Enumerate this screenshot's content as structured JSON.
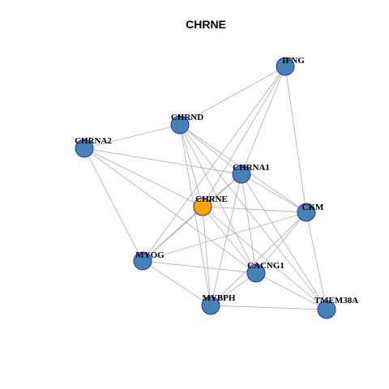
{
  "title": "CHRNE",
  "colors": {
    "center_node": "#FFA500",
    "node": "#4682B4",
    "node_border": "#1F2FBF",
    "edge": "#B3B3B3"
  },
  "nodes": [
    {
      "id": "IFNG",
      "label": "IFNG",
      "center": false
    },
    {
      "id": "CHRND",
      "label": "CHRND",
      "center": false
    },
    {
      "id": "CHRNA2",
      "label": "CHRNA2",
      "center": false
    },
    {
      "id": "CHRNA1",
      "label": "CHRNA1",
      "center": false
    },
    {
      "id": "CHRNE",
      "label": "CHRNE",
      "center": true
    },
    {
      "id": "CKM",
      "label": "CKM",
      "center": false
    },
    {
      "id": "MYOG",
      "label": "MYOG",
      "center": false
    },
    {
      "id": "CACNG1",
      "label": "CACNG1",
      "center": false
    },
    {
      "id": "MYBPH",
      "label": "MYBPH",
      "center": false
    },
    {
      "id": "TMEM38A",
      "label": "TMEM38A",
      "center": false
    }
  ],
  "edges": [
    [
      "IFNG",
      "CHRND"
    ],
    [
      "IFNG",
      "CHRNE"
    ],
    [
      "IFNG",
      "CHRNA1"
    ],
    [
      "IFNG",
      "CKM"
    ],
    [
      "IFNG",
      "MYOG"
    ],
    [
      "CHRND",
      "CHRNA2"
    ],
    [
      "CHRND",
      "CHRNA1"
    ],
    [
      "CHRND",
      "CKM"
    ],
    [
      "CHRND",
      "CHRNE"
    ],
    [
      "CHRND",
      "MYBPH"
    ],
    [
      "CHRND",
      "CACNG1"
    ],
    [
      "CHRND",
      "TMEM38A"
    ],
    [
      "CHRNA2",
      "CHRNA1"
    ],
    [
      "CHRNA2",
      "CHRNE"
    ],
    [
      "CHRNA2",
      "MYOG"
    ],
    [
      "CHRNA2",
      "CACNG1"
    ],
    [
      "CHRNA1",
      "CHRNE"
    ],
    [
      "CHRNA1",
      "CKM"
    ],
    [
      "CHRNA1",
      "MYOG"
    ],
    [
      "CHRNA1",
      "CACNG1"
    ],
    [
      "CHRNA1",
      "MYBPH"
    ],
    [
      "CHRNA1",
      "TMEM38A"
    ],
    [
      "CHRNE",
      "CKM"
    ],
    [
      "CHRNE",
      "MYOG"
    ],
    [
      "CHRNE",
      "CACNG1"
    ],
    [
      "CHRNE",
      "MYBPH"
    ],
    [
      "CHRNE",
      "TMEM38A"
    ],
    [
      "CKM",
      "MYOG"
    ],
    [
      "CKM",
      "CACNG1"
    ],
    [
      "CKM",
      "MYBPH"
    ],
    [
      "CKM",
      "TMEM38A"
    ],
    [
      "MYOG",
      "CACNG1"
    ],
    [
      "MYOG",
      "MYBPH"
    ],
    [
      "CACNG1",
      "MYBPH"
    ],
    [
      "CACNG1",
      "TMEM38A"
    ],
    [
      "MYBPH",
      "TMEM38A"
    ]
  ]
}
